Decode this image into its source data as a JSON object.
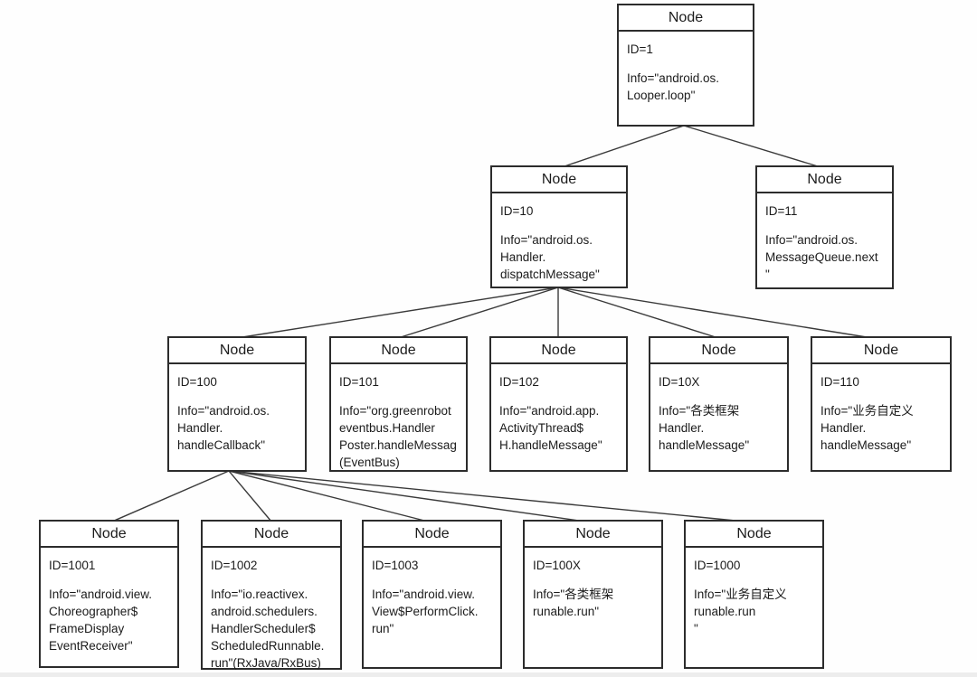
{
  "nodes": [
    {
      "title": "Node",
      "id_label": "ID=1",
      "info_lines": [
        "Info=\"android.os.",
        "Looper.loop\""
      ]
    },
    {
      "title": "Node",
      "id_label": "ID=10",
      "info_lines": [
        "Info=\"android.os.",
        "Handler.",
        "dispatchMessage\""
      ]
    },
    {
      "title": "Node",
      "id_label": "ID=11",
      "info_lines": [
        "Info=\"android.os.",
        "MessageQueue.next",
        "\""
      ]
    },
    {
      "title": "Node",
      "id_label": "ID=100",
      "info_lines": [
        "Info=\"android.os.",
        "Handler.",
        "handleCallback\""
      ]
    },
    {
      "title": "Node",
      "id_label": "ID=101",
      "info_lines": [
        "Info=\"org.greenrobot",
        "eventbus.Handler",
        "Poster.handleMessag",
        "(EventBus)"
      ]
    },
    {
      "title": "Node",
      "id_label": "ID=102",
      "info_lines": [
        "Info=\"android.app.",
        "ActivityThread$",
        "H.handleMessage\""
      ]
    },
    {
      "title": "Node",
      "id_label": "ID=10X",
      "info_lines": [
        "Info=\"各类框架",
        "Handler.",
        "handleMessage\""
      ]
    },
    {
      "title": "Node",
      "id_label": "ID=110",
      "info_lines": [
        "Info=\"业务自定义",
        "Handler.",
        "handleMessage\""
      ]
    },
    {
      "title": "Node",
      "id_label": "ID=1001",
      "info_lines": [
        "Info=\"android.view.",
        "Choreographer$",
        "FrameDisplay",
        "EventReceiver\""
      ]
    },
    {
      "title": "Node",
      "id_label": "ID=1002",
      "info_lines": [
        "Info=\"io.reactivex.",
        "android.schedulers.",
        "HandlerScheduler$",
        "ScheduledRunnable.",
        "run\"(RxJava/RxBus)"
      ]
    },
    {
      "title": "Node",
      "id_label": "ID=1003",
      "info_lines": [
        "Info=\"android.view.",
        "View$PerformClick.",
        "run\""
      ]
    },
    {
      "title": "Node",
      "id_label": "ID=100X",
      "info_lines": [
        "Info=\"各类框架",
        "runable.run\""
      ]
    },
    {
      "title": "Node",
      "id_label": "ID=1000",
      "info_lines": [
        "Info=\"业务自定义",
        "runable.run",
        "\""
      ]
    }
  ],
  "colors": {
    "border": "#2c2c2c",
    "edge_line": "#3a3a3a",
    "background": "#fefefe",
    "text": "#1b1b1b"
  }
}
